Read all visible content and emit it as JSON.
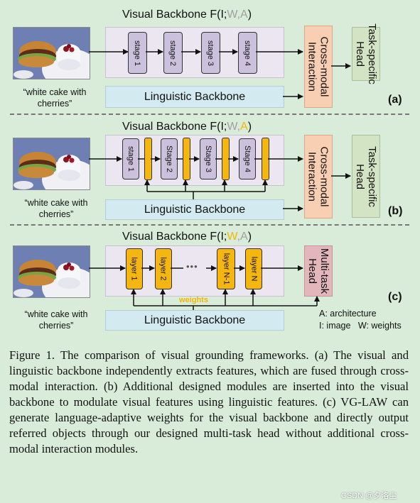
{
  "panel_a": {
    "title_pre": "Visual Backbone F(I;",
    "title_w": "W",
    "title_sep": ",",
    "title_a": "A",
    "title_post": ")",
    "stages": [
      "stage 1",
      "stage 2",
      "stage 3",
      "stage 4"
    ],
    "query_line1": "“white cake with",
    "query_line2": "cherries”",
    "linguistic": "Linguistic Backbone",
    "cross_line1": "Cross-modal",
    "cross_line2": "Interaction",
    "head_line1": "Task-specific",
    "head_line2": "Head",
    "tag": "(a)"
  },
  "panel_b": {
    "title_pre": "Visual Backbone F(I;",
    "title_w": "W",
    "title_sep": ",",
    "title_a": "A",
    "title_post": ")",
    "stages": [
      "stage 1",
      "Stage 2",
      "Stage 3",
      "Stage 4"
    ],
    "query_line1": "“white cake with",
    "query_line2": "cherries”",
    "linguistic": "Linguistic Backbone",
    "cross_line1": "Cross-modal",
    "cross_line2": "Interaction",
    "head_line1": "Task-specific",
    "head_line2": "Head",
    "tag": "(b)"
  },
  "panel_c": {
    "title_pre": "Visual Backbone F(I;",
    "title_w": "W",
    "title_sep": ",",
    "title_a": "A",
    "title_post": ")",
    "layers": [
      "layer 1",
      "layer 2",
      "layer N-1",
      "layer N"
    ],
    "ellipsis": "•••",
    "weights": "weights",
    "query_line1": "“white cake with",
    "query_line2": "cherries”",
    "linguistic": "Linguistic Backbone",
    "head_line1": "Multi-task",
    "head_line2": "Head",
    "tag": "(c)",
    "legend_line1": "A: architecture",
    "legend_line2": "I: image   W: weights"
  },
  "caption": "Figure 1.  The comparison of visual grounding frameworks.  (a) The visual and linguistic backbone independently extracts features, which are fused through cross-modal interaction.  (b) Additional designed modules are inserted into the visual backbone to modulate visual features using linguistic features.  (c) VG-LAW can generate language-adaptive weights for the visual backbone and directly output referred objects through our designed multi-task head without additional cross-modal interaction modules.",
  "watermark": "CSDN @夕洛尘",
  "colors": {
    "background": "#d9ecd9",
    "stage_fill": "#cbc1dd",
    "layer_fill": "#f5b70f",
    "linguistic_fill": "#d4eaf1",
    "cross_modal_fill": "#f8cfb2",
    "task_head_fill": "#d3e4c4",
    "multi_task_fill": "#e3b6bb",
    "highlight_gold": "#f2b705",
    "dimmed_gray": "#a0a0a0"
  }
}
